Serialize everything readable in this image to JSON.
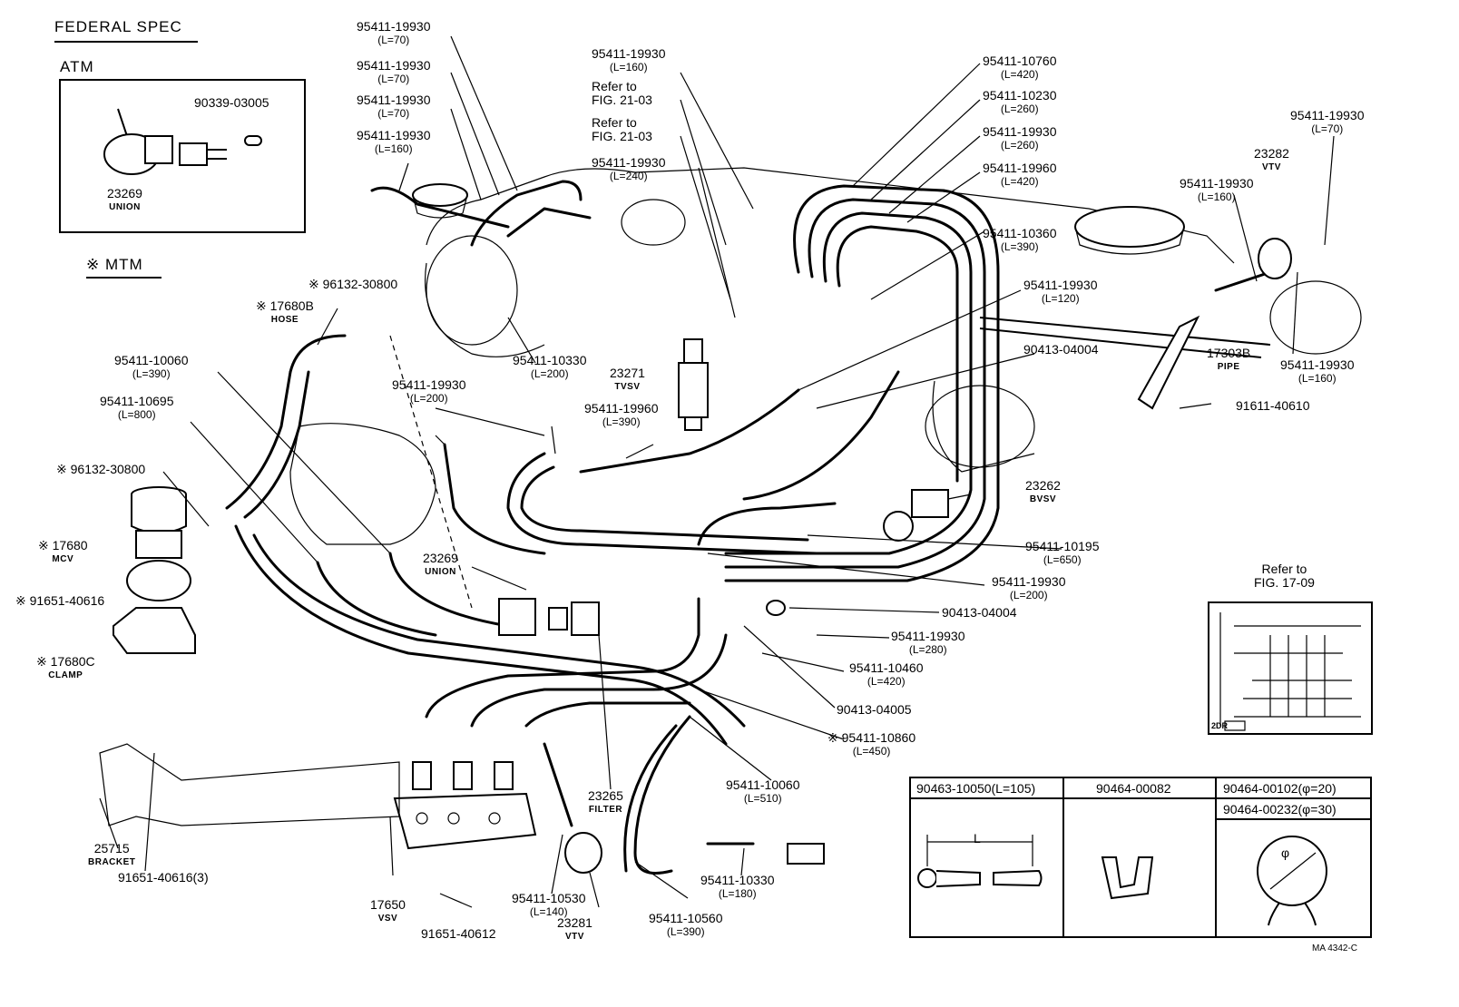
{
  "header": {
    "title": "FEDERAL SPEC",
    "atm": "ATM",
    "mtm": "※ MTM"
  },
  "labels": [
    {
      "id": "atm-90339",
      "pn": "90339-03005",
      "sub": "",
      "name": ""
    },
    {
      "id": "atm-23269",
      "pn": "23269",
      "sub": "",
      "name": "UNION"
    },
    {
      "id": "l1",
      "pn": "95411-19930",
      "sub": "(L=70)",
      "name": ""
    },
    {
      "id": "l2",
      "pn": "95411-19930",
      "sub": "(L=70)",
      "name": ""
    },
    {
      "id": "l3",
      "pn": "95411-19930",
      "sub": "(L=70)",
      "name": ""
    },
    {
      "id": "l4",
      "pn": "95411-19930",
      "sub": "(L=160)",
      "name": ""
    },
    {
      "id": "l5",
      "pn": "95411-19930",
      "sub": "(L=160)",
      "name": ""
    },
    {
      "id": "l6",
      "pn": "Refer to",
      "sub": "FIG. 21-03",
      "name": ""
    },
    {
      "id": "l7",
      "pn": "Refer to",
      "sub": "FIG. 21-03",
      "name": ""
    },
    {
      "id": "l8",
      "pn": "95411-19930",
      "sub": "(L=240)",
      "name": ""
    },
    {
      "id": "l9",
      "pn": "95411-10760",
      "sub": "(L=420)",
      "name": ""
    },
    {
      "id": "l10",
      "pn": "95411-10230",
      "sub": "(L=260)",
      "name": ""
    },
    {
      "id": "l11",
      "pn": "95411-19930",
      "sub": "(L=260)",
      "name": ""
    },
    {
      "id": "l12",
      "pn": "95411-19960",
      "sub": "(L=420)",
      "name": ""
    },
    {
      "id": "l13",
      "pn": "95411-10360",
      "sub": "(L=390)",
      "name": ""
    },
    {
      "id": "l14",
      "pn": "95411-19930",
      "sub": "(L=70)",
      "name": ""
    },
    {
      "id": "l15",
      "pn": "23282",
      "sub": "",
      "name": "VTV"
    },
    {
      "id": "l16",
      "pn": "95411-19930",
      "sub": "(L=160)",
      "name": ""
    },
    {
      "id": "l17",
      "pn": "95411-19930",
      "sub": "(L=120)",
      "name": ""
    },
    {
      "id": "l18",
      "pn": "90413-04004",
      "sub": "",
      "name": ""
    },
    {
      "id": "l19",
      "pn": "17303B",
      "sub": "",
      "name": "PIPE"
    },
    {
      "id": "l20",
      "pn": "95411-19930",
      "sub": "(L=160)",
      "name": ""
    },
    {
      "id": "l21",
      "pn": "91611-40610",
      "sub": "",
      "name": ""
    },
    {
      "id": "l22",
      "pn": "※ 96132-30800",
      "sub": "",
      "name": ""
    },
    {
      "id": "l23",
      "pn": "※ 17680B",
      "sub": "",
      "name": "HOSE"
    },
    {
      "id": "l24",
      "pn": "95411-10330",
      "sub": "(L=200)",
      "name": ""
    },
    {
      "id": "l25",
      "pn": "23271",
      "sub": "",
      "name": "TVSV"
    },
    {
      "id": "l26",
      "pn": "95411-10060",
      "sub": "(L=390)",
      "name": ""
    },
    {
      "id": "l27",
      "pn": "95411-19930",
      "sub": "(L=200)",
      "name": ""
    },
    {
      "id": "l28",
      "pn": "95411-19960",
      "sub": "(L=390)",
      "name": ""
    },
    {
      "id": "l29",
      "pn": "95411-10695",
      "sub": "(L=800)",
      "name": ""
    },
    {
      "id": "l30",
      "pn": "※ 96132-30800",
      "sub": "",
      "name": ""
    },
    {
      "id": "l31",
      "pn": "23262",
      "sub": "",
      "name": "BVSV"
    },
    {
      "id": "l32",
      "pn": "※ 17680",
      "sub": "",
      "name": "MCV"
    },
    {
      "id": "l33",
      "pn": "※ 91651-40616",
      "sub": "",
      "name": ""
    },
    {
      "id": "l34",
      "pn": "23269",
      "sub": "",
      "name": "UNION"
    },
    {
      "id": "l35",
      "pn": "95411-10195",
      "sub": "(L=650)",
      "name": ""
    },
    {
      "id": "l36",
      "pn": "95411-19930",
      "sub": "(L=200)",
      "name": ""
    },
    {
      "id": "l37",
      "pn": "90413-04004",
      "sub": "",
      "name": ""
    },
    {
      "id": "l38",
      "pn": "※ 17680C",
      "sub": "",
      "name": "CLAMP"
    },
    {
      "id": "l39",
      "pn": "95411-19930",
      "sub": "(L=280)",
      "name": ""
    },
    {
      "id": "l40",
      "pn": "95411-10460",
      "sub": "(L=420)",
      "name": ""
    },
    {
      "id": "l41",
      "pn": "90413-04005",
      "sub": "",
      "name": ""
    },
    {
      "id": "l42",
      "pn": "※ 95411-10860",
      "sub": "(L=450)",
      "name": ""
    },
    {
      "id": "l43",
      "pn": "95411-10060",
      "sub": "(L=510)",
      "name": ""
    },
    {
      "id": "l44",
      "pn": "23265",
      "sub": "",
      "name": "FILTER"
    },
    {
      "id": "l45",
      "pn": "25715",
      "sub": "",
      "name": "BRACKET"
    },
    {
      "id": "l46",
      "pn": "91651-40616(3)",
      "sub": "",
      "name": ""
    },
    {
      "id": "l47",
      "pn": "95411-10530",
      "sub": "(L=140)",
      "name": ""
    },
    {
      "id": "l48",
      "pn": "95411-10330",
      "sub": "(L=180)",
      "name": ""
    },
    {
      "id": "l49",
      "pn": "17650",
      "sub": "",
      "name": "VSV"
    },
    {
      "id": "l50",
      "pn": "23281",
      "sub": "",
      "name": "VTV"
    },
    {
      "id": "l51",
      "pn": "95411-10560",
      "sub": "(L=390)",
      "name": ""
    },
    {
      "id": "l52",
      "pn": "91651-40612",
      "sub": "",
      "name": ""
    },
    {
      "id": "l53",
      "pn": "Refer to",
      "sub": "FIG. 17-09",
      "name": ""
    }
  ],
  "inset_label": "2DR",
  "table": {
    "h1": "90463-10050(L=105)",
    "h2": "90464-00082",
    "h3": "90464-00102(φ=20)",
    "h4": "90464-00232(φ=30)",
    "dim_l": "L",
    "dim_phi": "φ"
  },
  "footer_code": "MA 4342-C"
}
